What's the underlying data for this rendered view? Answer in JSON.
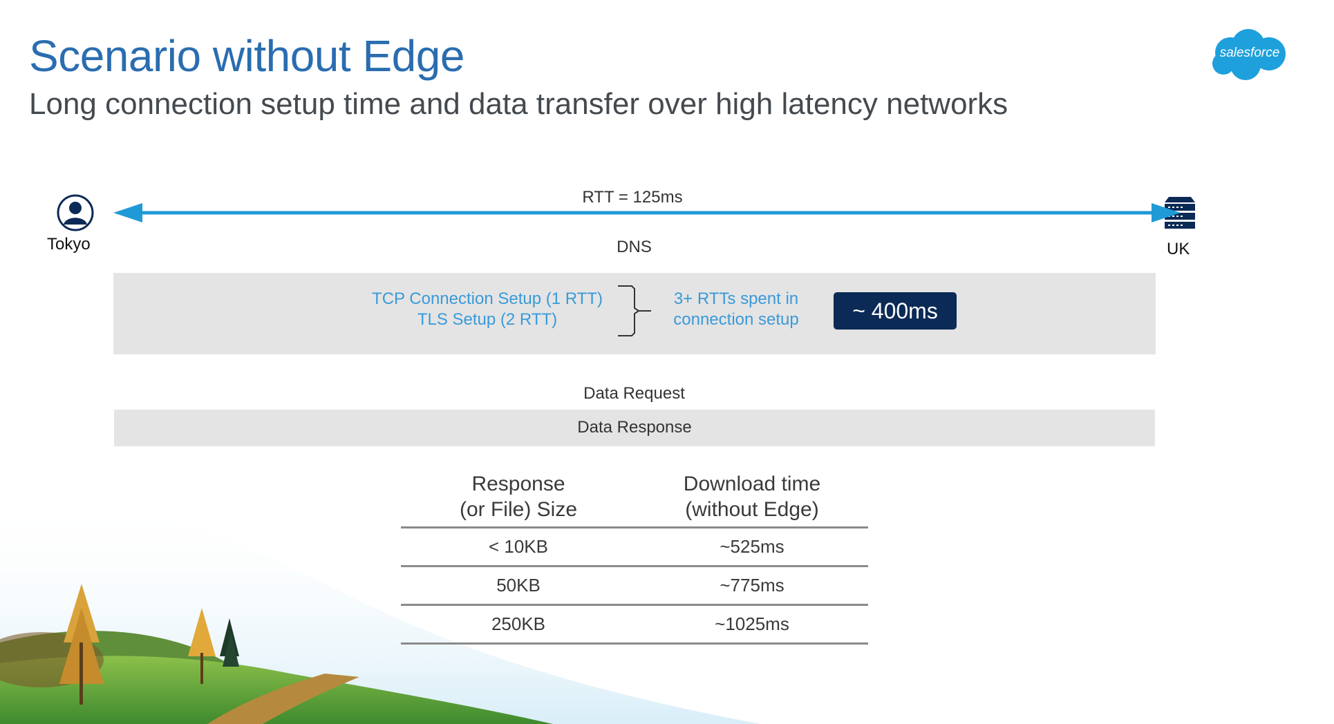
{
  "slide": {
    "title": "Scenario without Edge",
    "subtitle": "Long connection setup time and data transfer over high latency networks",
    "logo_text": "salesforce"
  },
  "diagram": {
    "client_label": "Tokyo",
    "server_label": "UK",
    "rtt_label": "RTT = 125ms",
    "dns_label": "DNS",
    "connection_steps": [
      "TCP Connection Setup (1 RTT)",
      "TLS Setup (2 RTT)"
    ],
    "connection_summary": [
      "3+ RTTs spent in",
      "connection setup"
    ],
    "connection_time": "~ 400ms",
    "request_label": "Data Request",
    "response_label": "Data Response"
  },
  "table": {
    "headers": [
      [
        "Response",
        "(or File) Size"
      ],
      [
        "Download time",
        "(without Edge)"
      ]
    ],
    "rows": [
      [
        "< 10KB",
        "~525ms"
      ],
      [
        "50KB",
        "~775ms"
      ],
      [
        "250KB",
        "~1025ms"
      ]
    ]
  },
  "colors": {
    "title": "#2a6db0",
    "arrow": "#1f9ad6",
    "accent_text": "#3a9ad9",
    "badge": "#0b2a56",
    "band": "#e4e4e4",
    "logo": "#1ea0dc"
  }
}
